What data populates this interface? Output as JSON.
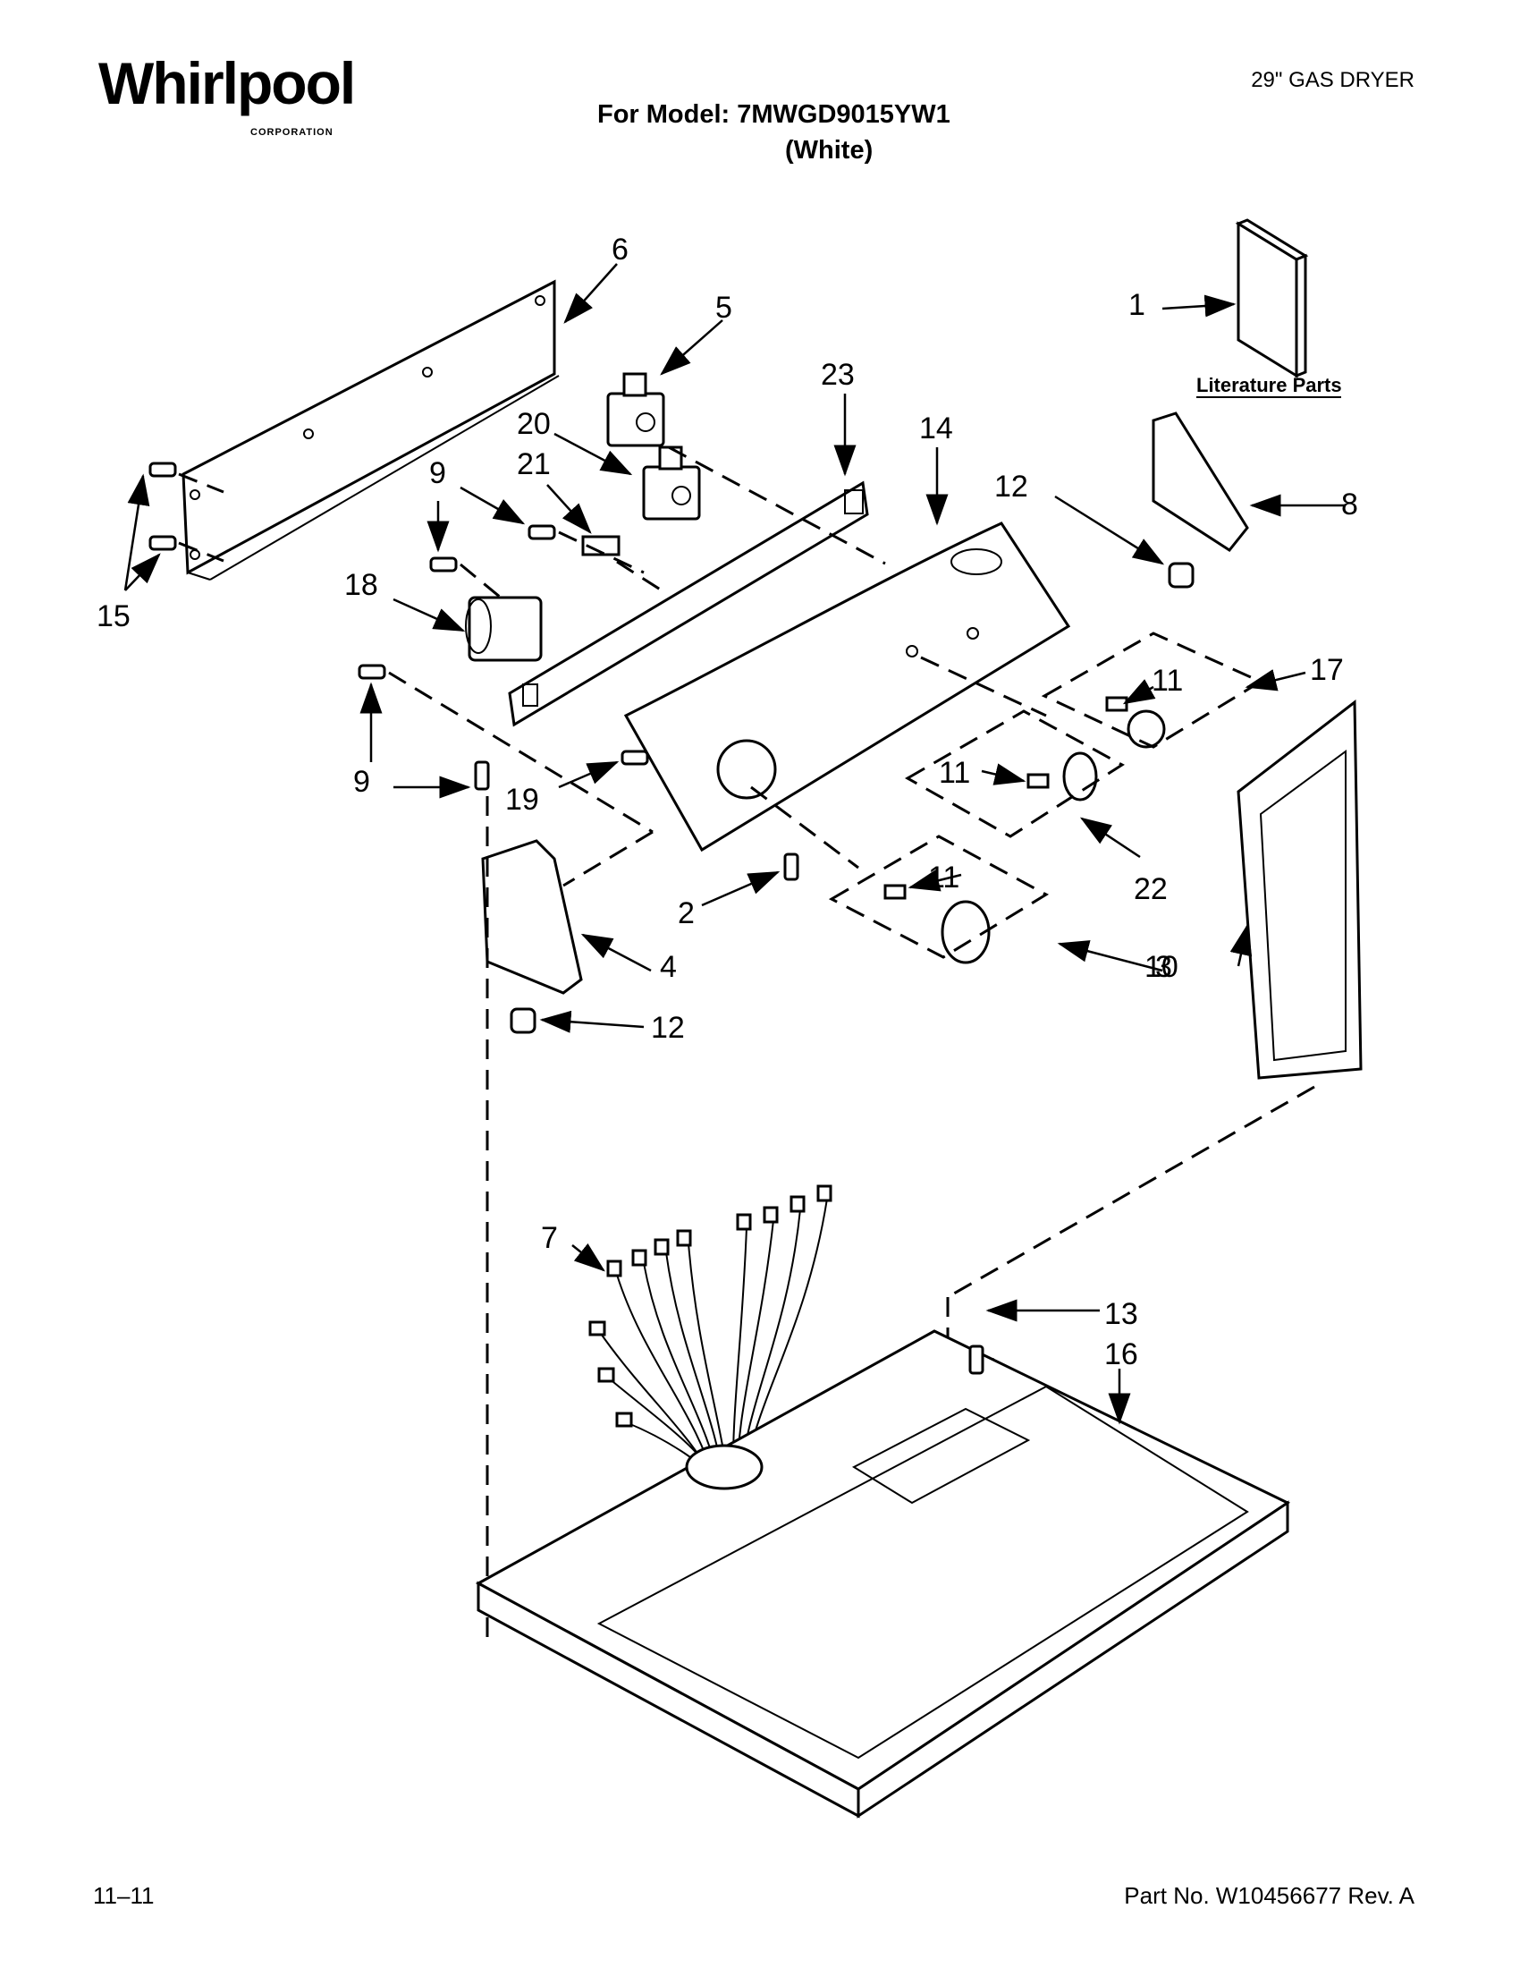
{
  "header": {
    "brand": "Whirlpool",
    "brand_sub": "CORPORATION",
    "product": "29\" GAS DRYER",
    "model_line": "For Model: 7MWGD9015YW1",
    "color_line": "(White)"
  },
  "diagram": {
    "literature_label": "Literature Parts",
    "callouts": [
      "1",
      "2",
      "3",
      "4",
      "5",
      "6",
      "7",
      "8",
      "9",
      "9",
      "10",
      "11",
      "11",
      "11",
      "12",
      "12",
      "13",
      "14",
      "15",
      "16",
      "17",
      "18",
      "19",
      "20",
      "21",
      "22",
      "23"
    ]
  },
  "footer": {
    "date_code": "11–11",
    "part_number": "Part No. W10456677 Rev. A"
  }
}
